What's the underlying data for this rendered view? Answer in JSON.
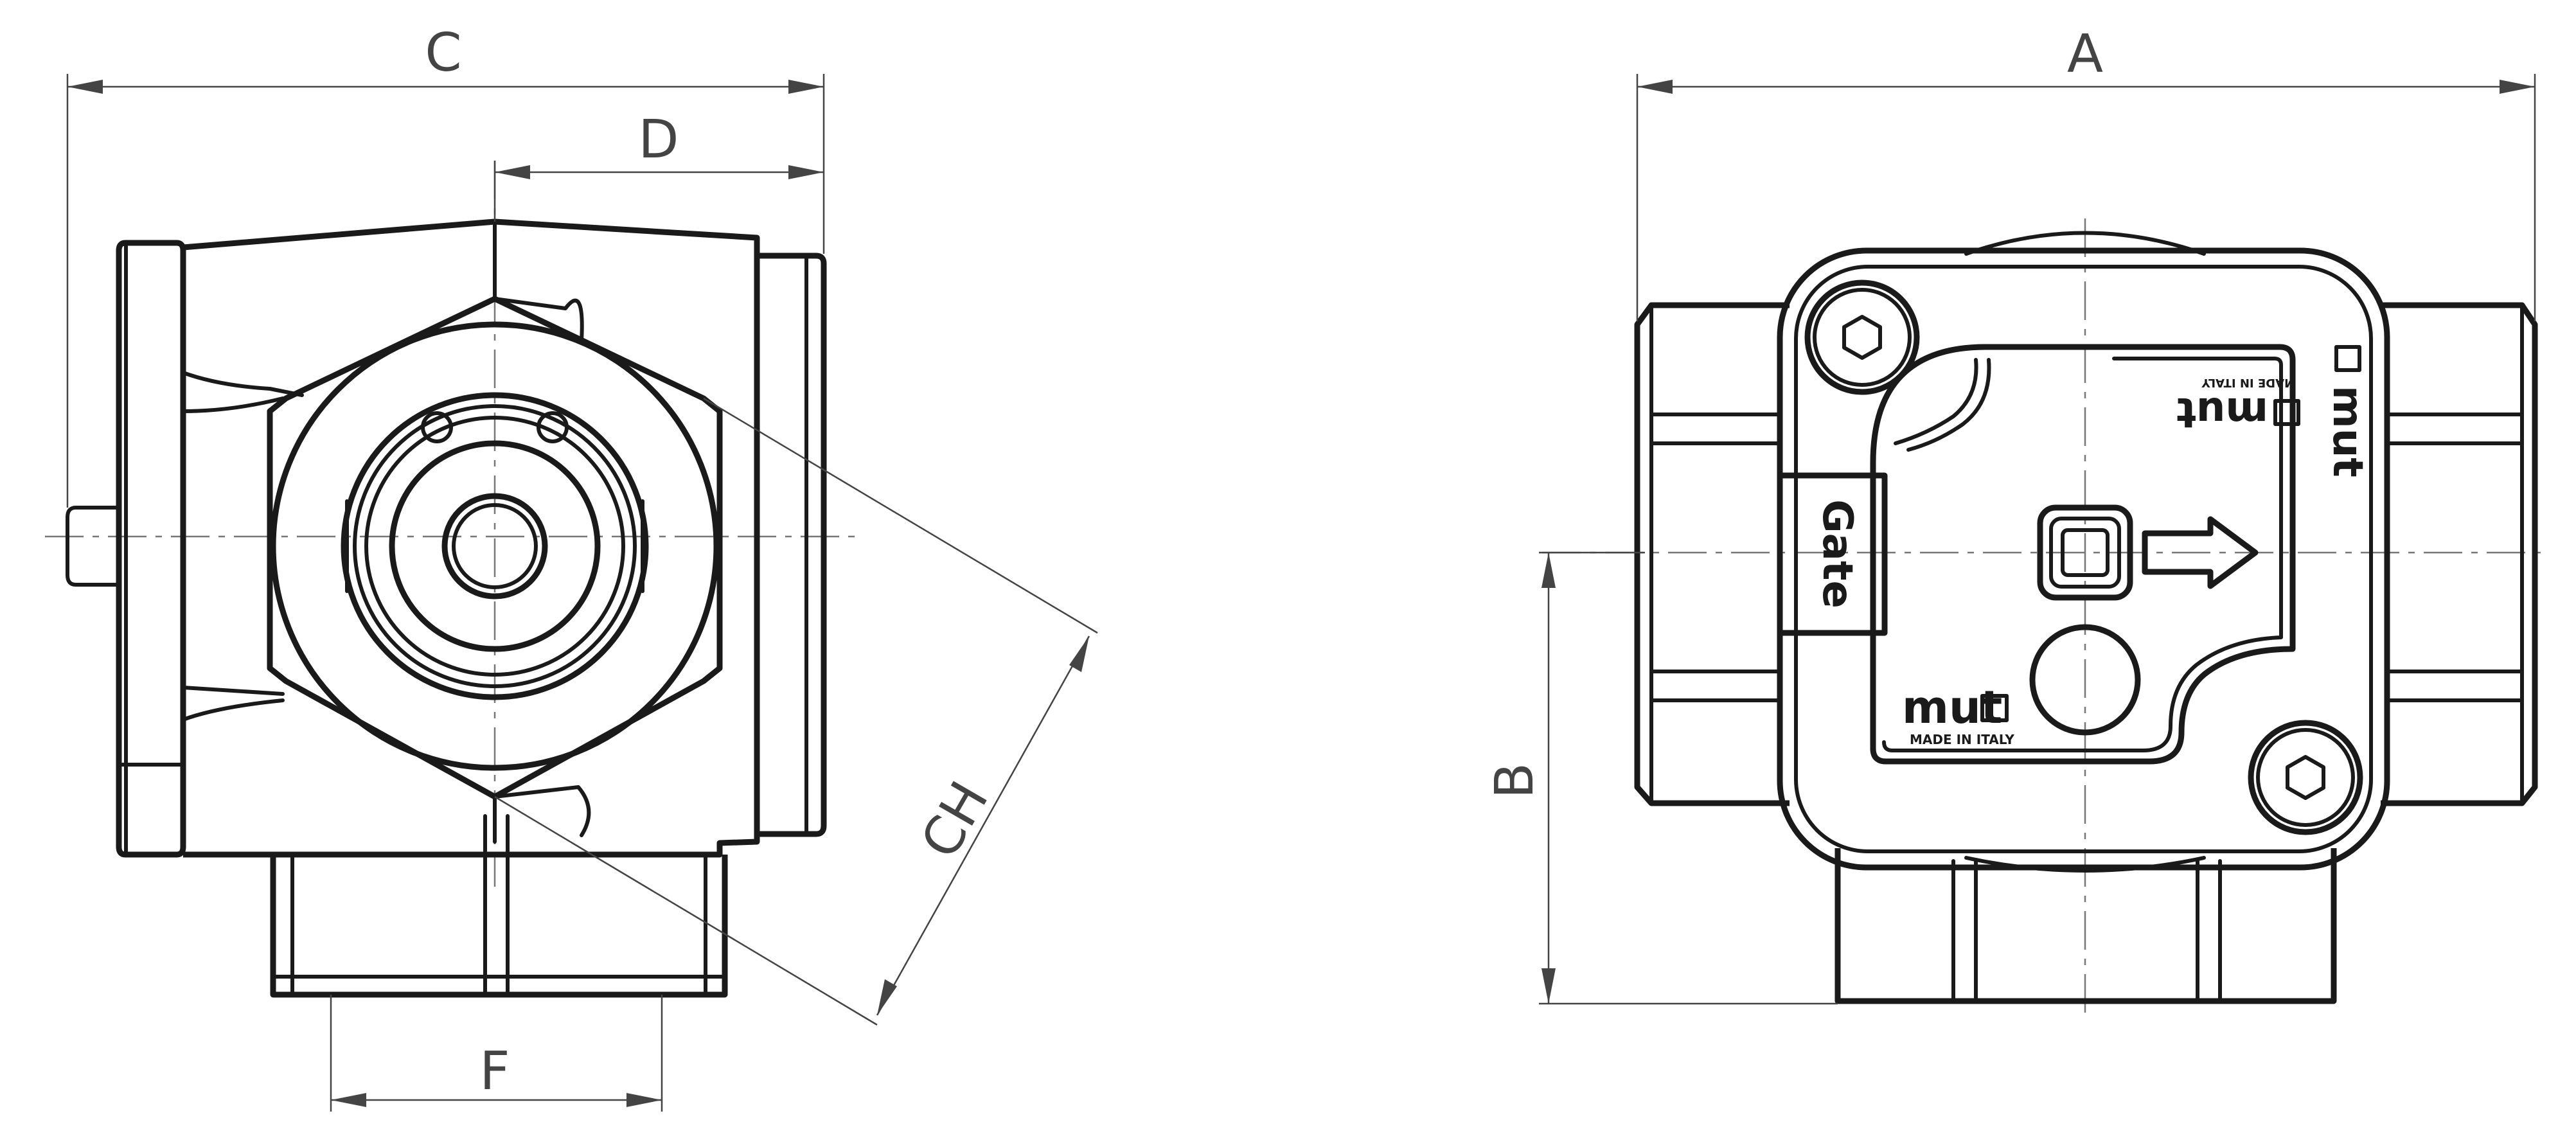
{
  "dimensions": {
    "a": "A",
    "b": "B",
    "c": "C",
    "ch": "CH",
    "d": "D",
    "f": "F"
  },
  "markings": {
    "brand_main": "mut",
    "brand_corner": "mut",
    "brand_side": "mut",
    "made_in": "MADE IN ITALY",
    "model": "Gate"
  }
}
